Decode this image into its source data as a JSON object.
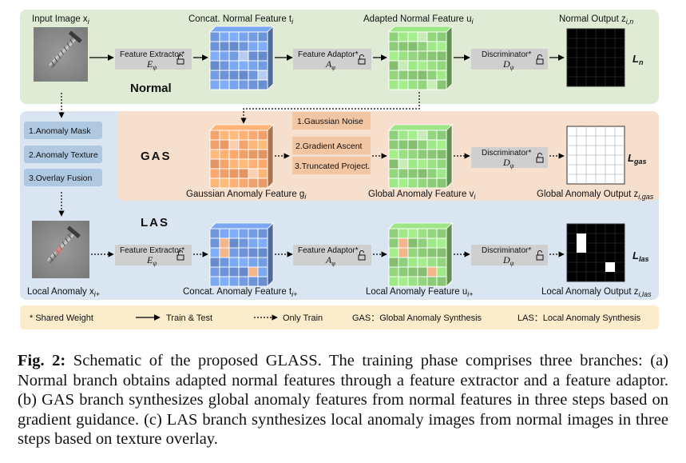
{
  "normal_branch": {
    "input_label": "Input Image x",
    "input_sub": "i",
    "extractor_label": "Feature Extractor*",
    "extractor_sym": "E",
    "extractor_sub": "ψ",
    "concat_label": "Concat. Normal Feature t",
    "concat_sub": "i",
    "adaptor_label": "Feature Adaptor*",
    "adaptor_sym": "A",
    "adaptor_sub": "φ",
    "adapted_label": "Adapted Normal Feature u",
    "adapted_sub": "i",
    "disc_label": "Discriminator*",
    "disc_sym": "D",
    "disc_sub": "ψ",
    "output_label": "Normal Output z",
    "output_sub": "i,n",
    "branch_title": "Normal",
    "loss_sym": "L",
    "loss_sub": "n"
  },
  "gas_branch": {
    "title": "GAS",
    "steps": [
      "1.Gaussian Noise",
      "2.Gradient Ascent",
      "3.Truncated Project."
    ],
    "gaussian_label": "Gaussian Anomaly Feature g",
    "gaussian_sub": "i",
    "global_label": "Global Anomaly Feature v",
    "global_sub": "i",
    "disc_label": "Discriminator*",
    "disc_sym": "D",
    "disc_sub": "ψ",
    "output_label": "Global Anomaly Output z",
    "output_sub": "i,gas",
    "loss_sym": "L",
    "loss_sub": "gas"
  },
  "las_branch": {
    "title": "LAS",
    "steps": [
      "1.Anomaly Mask",
      "2.Anomaly Texture",
      "3.Overlay Fusion"
    ],
    "input_label": "Local Anomaly x",
    "input_sub": "i+",
    "extractor_label": "Feature Extractor*",
    "extractor_sym": "E",
    "extractor_sub": "ψ",
    "concat_label": "Concat. Anomaly Feature t",
    "concat_sub": "i+",
    "adaptor_label": "Feature Adaptor*",
    "adaptor_sym": "A",
    "adaptor_sub": "φ",
    "local_label": "Local Anomaly Feature u",
    "local_sub": "i+",
    "disc_label": "Discriminator*",
    "disc_sym": "D",
    "disc_sub": "ψ",
    "output_label": "Local Anomaly Output z",
    "output_sub": "i,las",
    "loss_sym": "L",
    "loss_sub": "las"
  },
  "legend": {
    "shared": "* Shared Weight",
    "train_test": "Train & Test",
    "only_train": "Only Train",
    "gas": "GAS：Global Anomaly Synthesis",
    "las": "LAS：Local Anomaly Synthesis"
  },
  "caption": {
    "label": "Fig. 2:",
    "text": " Schematic of the proposed GLASS. The training phase comprises three branches: (a) Normal branch obtains adapted normal features through a feature extractor and a feature adaptor. (b) GAS branch synthesizes global anomaly features from normal features in three steps based on gradient guidance. (c) LAS branch synthesizes local anomaly images from normal images in three steps based on texture overlay."
  },
  "colors": {
    "normal_bg": "#e0ebd5",
    "gas_bg": "#f7dfcd",
    "las_bg": "#d9e6f2",
    "legend_bg": "#fbeccb",
    "blue_grid": "#6f97dc",
    "green_grid": "#8fd07a",
    "orange_grid": "#f5a36c",
    "module_box": "#cfcfcf"
  }
}
